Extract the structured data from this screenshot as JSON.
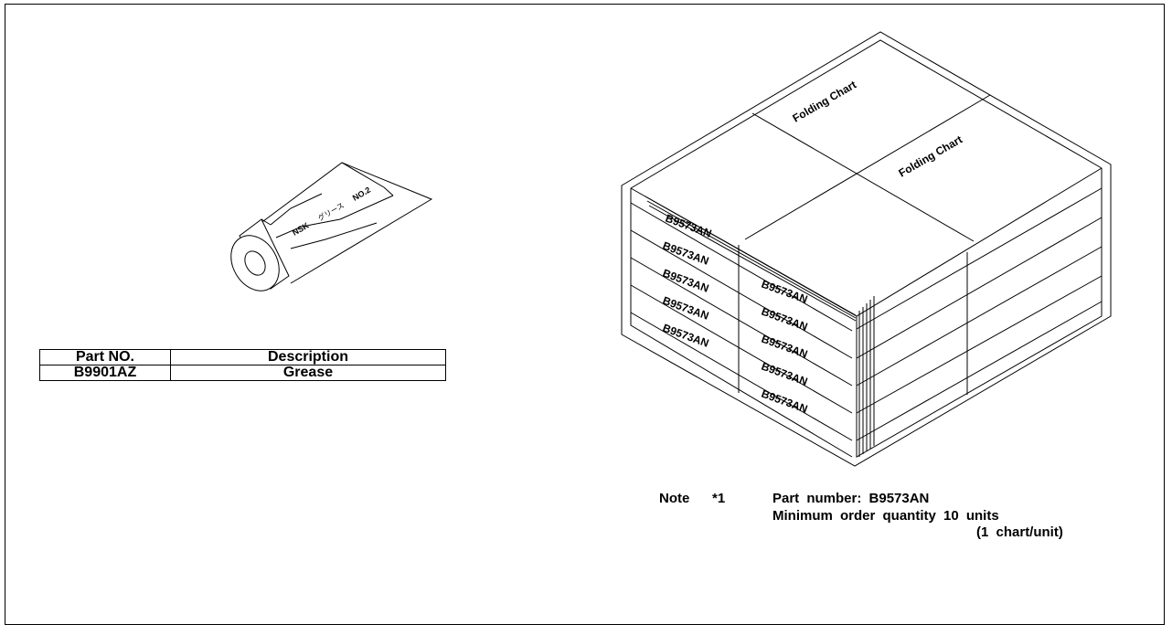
{
  "grease_tube": {
    "label_brand": "NSK",
    "label_kana": "グリース",
    "label_grade": "NO.2"
  },
  "parts_table": {
    "headers": [
      "Part NO.",
      "Description"
    ],
    "rows": [
      [
        "B9901AZ",
        "Grease"
      ]
    ]
  },
  "folding_chart_box": {
    "top_labels": [
      "Folding Chart",
      "Folding Chart"
    ],
    "spine_label": "B9573AN"
  },
  "note": {
    "label": "Note",
    "ref": "*1",
    "line1": "Part number: B9573AN",
    "line2": "Minimum order quantity 10 units",
    "line3": "(1 chart/unit)"
  }
}
